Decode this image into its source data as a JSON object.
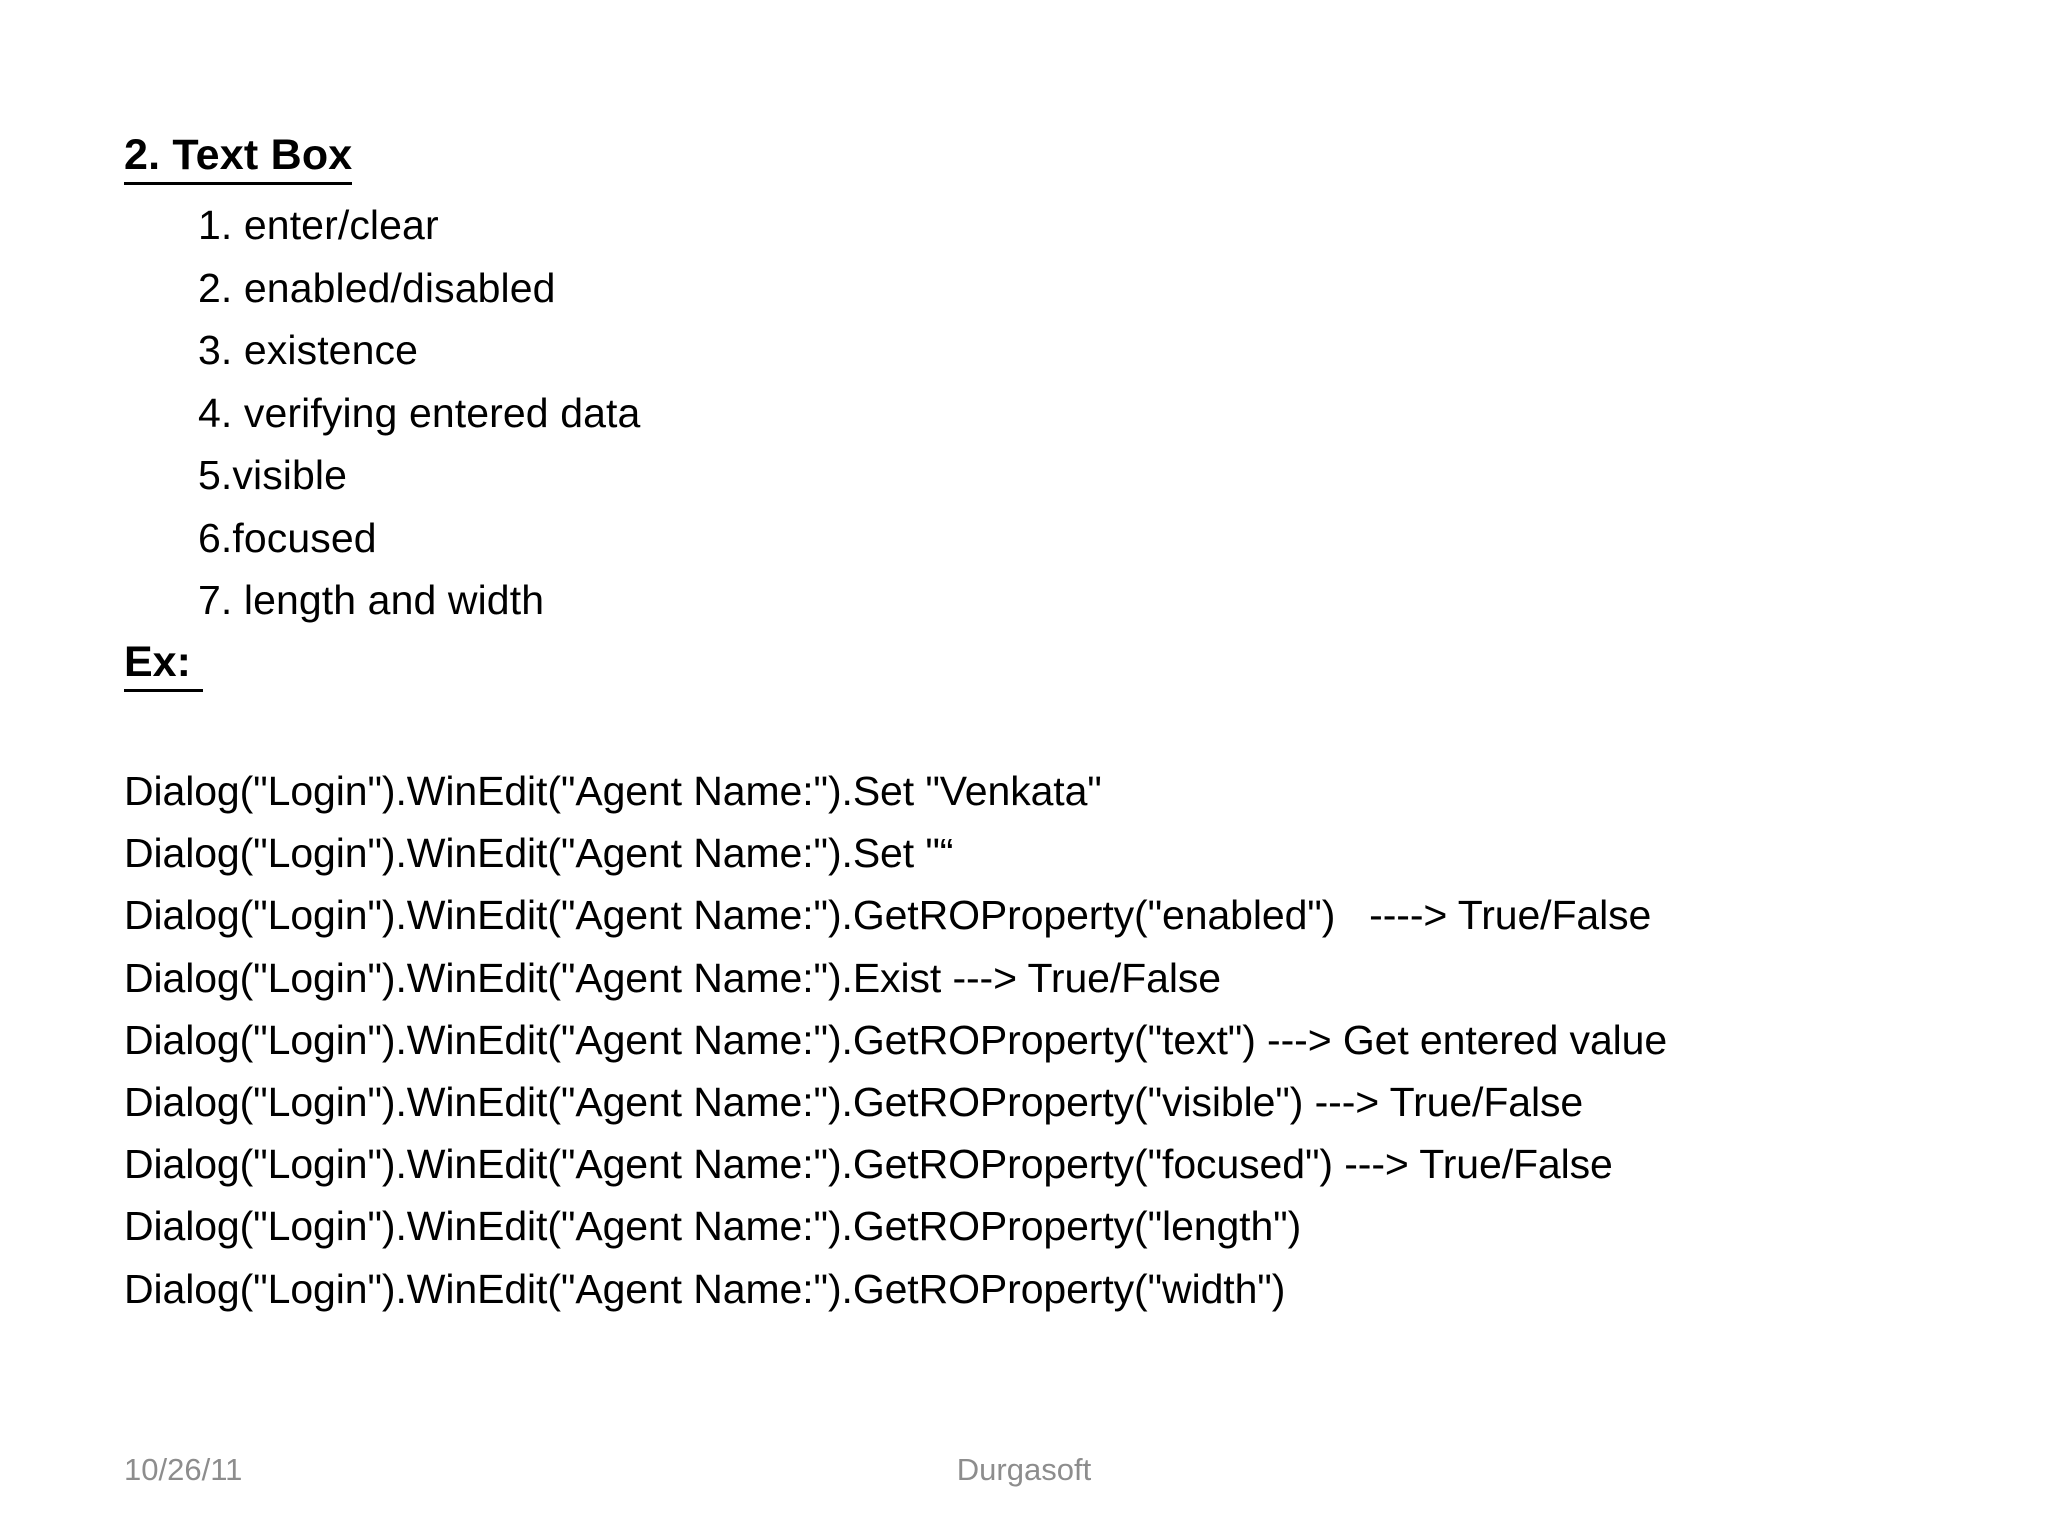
{
  "slide": {
    "heading": "2. Text Box",
    "example_label": "Ex: ",
    "sub_items": [
      "1. enter/clear",
      "2. enabled/disabled",
      "3. existence",
      "4. verifying entered data",
      "5.visible",
      "6.focused",
      "7. length and width"
    ],
    "code_lines": [
      "Dialog(\"Login\").WinEdit(\"Agent Name:\").Set \"Venkata\"",
      "Dialog(\"Login\").WinEdit(\"Agent Name:\").Set \"“",
      "Dialog(\"Login\").WinEdit(\"Agent Name:\").GetROProperty(\"enabled\")   ----> True/False",
      "Dialog(\"Login\").WinEdit(\"Agent Name:\").Exist ---> True/False",
      "Dialog(\"Login\").WinEdit(\"Agent Name:\").GetROProperty(\"text\") ---> Get entered value",
      "Dialog(\"Login\").WinEdit(\"Agent Name:\").GetROProperty(\"visible\") ---> True/False",
      "Dialog(\"Login\").WinEdit(\"Agent Name:\").GetROProperty(\"focused\") ---> True/False",
      "Dialog(\"Login\").WinEdit(\"Agent Name:\").GetROProperty(\"length\")",
      "Dialog(\"Login\").WinEdit(\"Agent Name:\").GetROProperty(\"width\")"
    ]
  },
  "footer": {
    "date": "10/26/11",
    "center_text": "Durgasoft",
    "text_color": "#8d8d8d"
  },
  "theme": {
    "background": "#ffffff",
    "text_color": "#000000"
  }
}
